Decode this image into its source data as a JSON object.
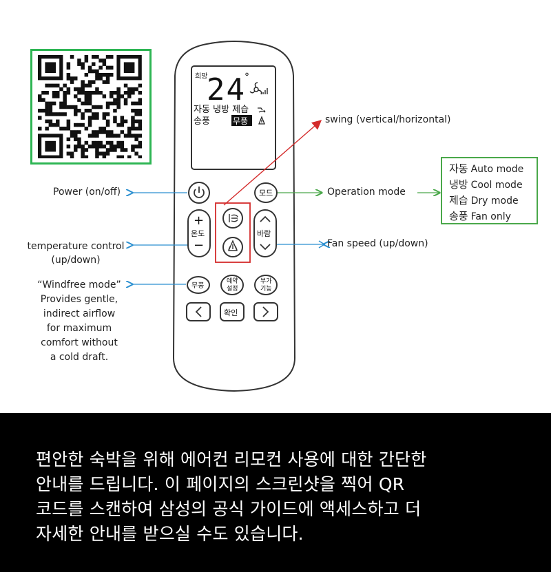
{
  "display": {
    "hope_label": "희망",
    "temperature": "24",
    "degree_symbol": "°",
    "modes_line": "자동 냉방 제습",
    "fan_label": "송풍",
    "windfree_label": "무풍"
  },
  "buttons": {
    "mode": "모드",
    "temp_plus": "+",
    "temp_label": "온도",
    "temp_minus": "−",
    "fan_label": "바람",
    "windfree": "무풍",
    "reserve_line1": "예약",
    "reserve_line2": "설정",
    "extra_line1": "부가",
    "extra_line2": "기능",
    "confirm": "확인"
  },
  "labels": {
    "swing": "swing (vertical/horizontal)",
    "power": "Power (on/off)",
    "operation_mode": "Operation mode",
    "temp_line1": "temperature control",
    "temp_line2": "(up/down)",
    "fan_speed": "Fan speed (up/down)",
    "windfree_lines": [
      "“Windfree mode”",
      "Provides gentle,",
      "indirect airflow",
      "for maximum",
      "comfort without",
      "a cold draft."
    ]
  },
  "modes": [
    {
      "ko": "자동",
      "en": "Auto mode"
    },
    {
      "ko": "냉방",
      "en": "Cool mode"
    },
    {
      "ko": "제습",
      "en": "Dry mode"
    },
    {
      "ko": "송풍",
      "en": "Fan only"
    }
  ],
  "notice_lines": [
    "편안한 숙박을 위해 에어컨 리모컨 사용에 대한 간단한",
    "안내를 드립니다. 이 페이지의 스크린샷을 찍어 QR",
    "코드를 스캔하여 삼성의 공식 가이드에 액세스하고 더",
    "자세한 안내를 받으실 수도 있습니다."
  ],
  "colors": {
    "qr_frame": "#2db553",
    "arrow_blue": "#2a8fd0",
    "arrow_green": "#4aa84a",
    "arrow_red": "#d42b2b",
    "bottom_bg": "#000000"
  }
}
